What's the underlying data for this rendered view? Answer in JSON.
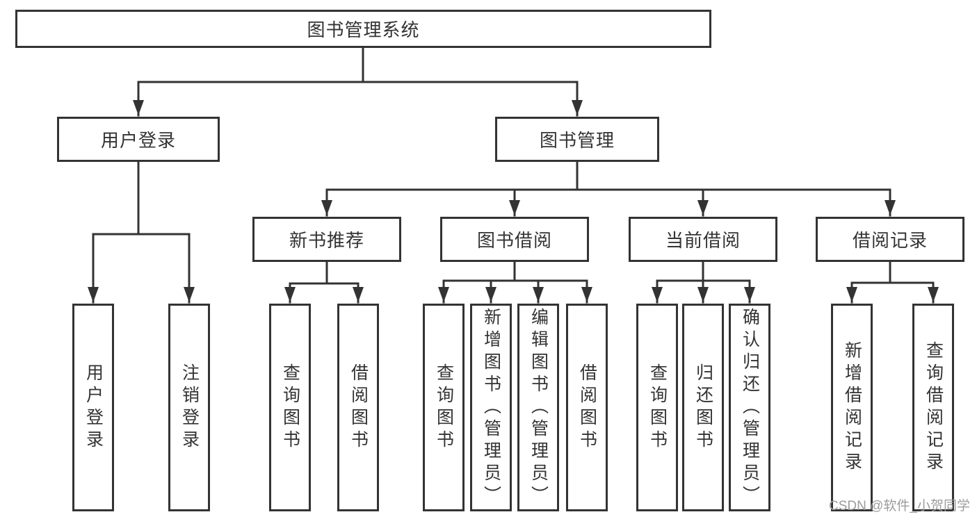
{
  "tree": {
    "label": "图书管理系统",
    "children": [
      {
        "label": "用户登录",
        "children": [
          {
            "label": "用户登录"
          },
          {
            "label": "注销登录"
          }
        ]
      },
      {
        "label": "图书管理",
        "children": [
          {
            "label": "新书推荐",
            "children": [
              {
                "label": "查询图书"
              },
              {
                "label": "借阅图书"
              }
            ]
          },
          {
            "label": "图书借阅",
            "children": [
              {
                "label": "查询图书"
              },
              {
                "label": "新增图书（管理员）"
              },
              {
                "label": "编辑图书（管理员）"
              },
              {
                "label": "借阅图书"
              }
            ]
          },
          {
            "label": "当前借阅",
            "children": [
              {
                "label": "查询图书"
              },
              {
                "label": "归还图书"
              },
              {
                "label": "确认归还（管理员）"
              }
            ]
          },
          {
            "label": "借阅记录",
            "children": [
              {
                "label": "新增借阅记录"
              },
              {
                "label": "查询借阅记录"
              }
            ]
          }
        ]
      }
    ]
  },
  "watermark": {
    "text": "CSDN @软件_小贺同学"
  },
  "colors": {
    "line": "#333333",
    "text": "#333333",
    "watermark": "#9c9c9c",
    "background": "#ffffff"
  }
}
